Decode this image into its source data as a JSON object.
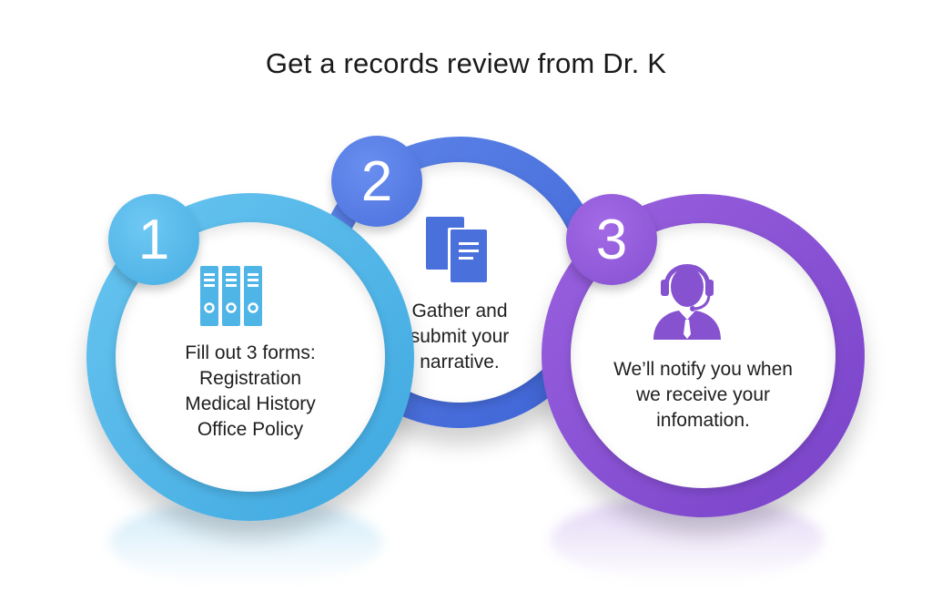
{
  "title": "Get a records review from Dr. K",
  "colors": {
    "step1": "#4fb4e6",
    "step2": "#4a70dc",
    "step3": "#8652cf"
  },
  "steps": [
    {
      "number": "1",
      "icon": "binders-icon",
      "lines": [
        "Fill out 3 forms:",
        "Registration",
        "Medical History",
        "Office Policy"
      ]
    },
    {
      "number": "2",
      "icon": "documents-icon",
      "lines": [
        "Gather and",
        "submit your",
        "narrative."
      ]
    },
    {
      "number": "3",
      "icon": "support-agent-icon",
      "lines": [
        "We’ll notify you when",
        "we receive your",
        "infomation."
      ]
    }
  ]
}
